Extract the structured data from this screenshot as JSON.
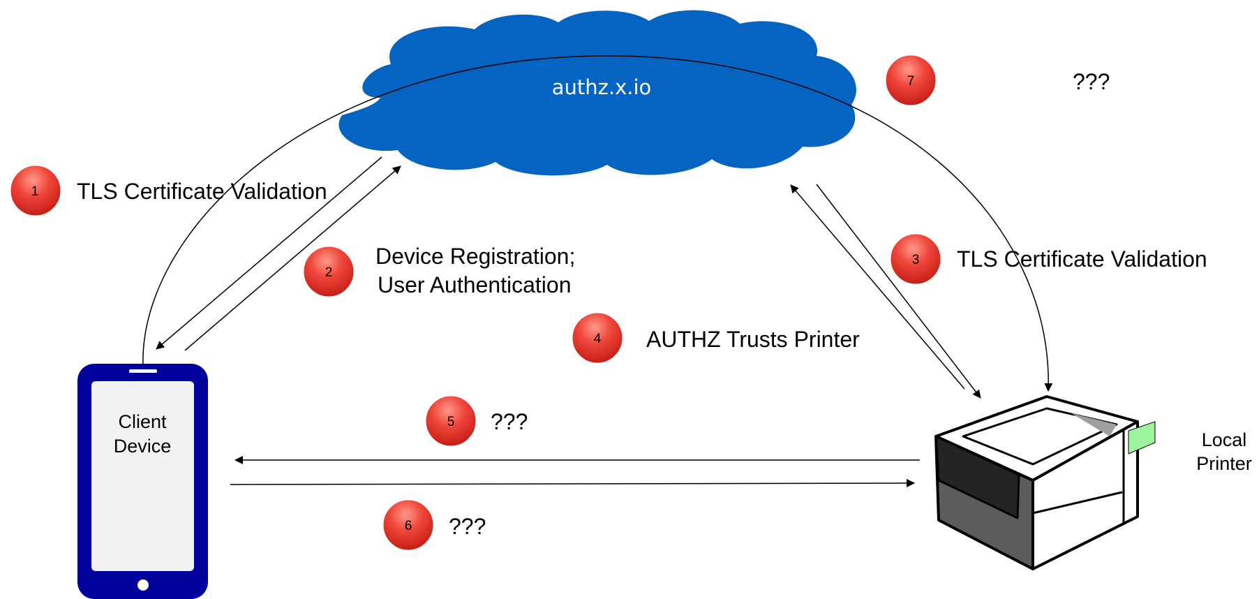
{
  "cloud": {
    "label": "authz.x.io",
    "color": "#0563c1"
  },
  "client_device": {
    "label_line1": "Client",
    "label_line2": "Device",
    "body_color": "#00009a",
    "screen_color": "#f2f2f2"
  },
  "printer": {
    "label_line1": "Local",
    "label_line2": "Printer",
    "panel_color": "#9cf59c"
  },
  "badge_color": "#e8302a",
  "steps": [
    {
      "num": "1",
      "text": "TLS Certificate Validation"
    },
    {
      "num": "2",
      "text_line1": "Device Registration;",
      "text_line2": "User Authentication"
    },
    {
      "num": "3",
      "text": "TLS Certificate Validation"
    },
    {
      "num": "4",
      "text": "AUTHZ Trusts Printer"
    },
    {
      "num": "5",
      "text": "???"
    },
    {
      "num": "6",
      "text": "???"
    },
    {
      "num": "7",
      "text": "???"
    }
  ]
}
